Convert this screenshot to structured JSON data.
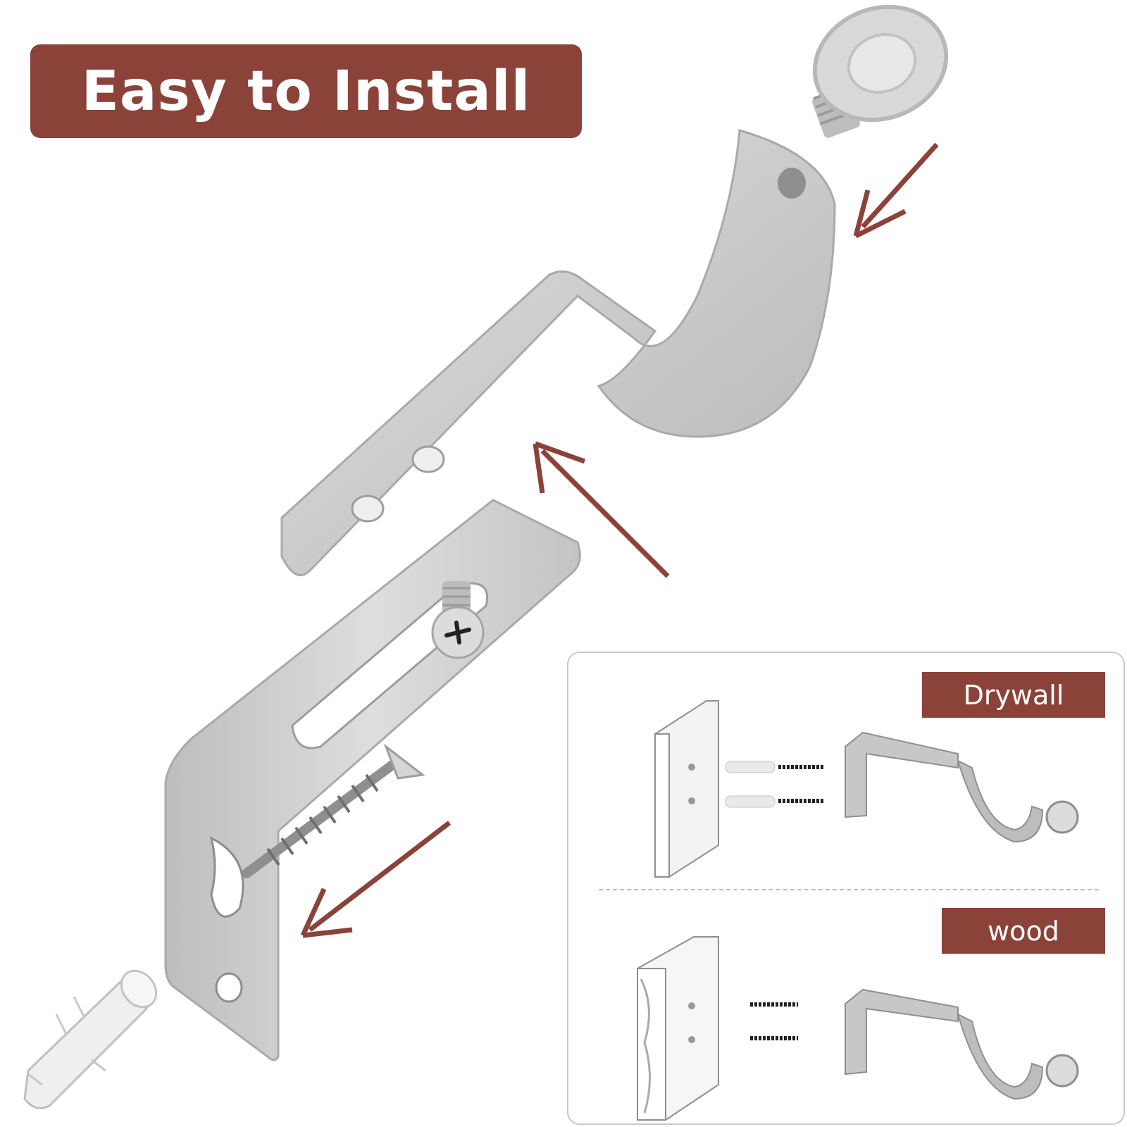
{
  "title": "Easy to Install",
  "colors": {
    "accent": "#8b4238",
    "metal": "#cfcfcf",
    "metal_dark": "#9c9c9c"
  },
  "panel": {
    "drywall_label": "Drywall",
    "wood_label": "wood"
  },
  "icons": [
    "finial-screw-icon",
    "u-bracket-icon",
    "l-bracket-icon",
    "wood-screw-icon",
    "wall-anchor-icon",
    "arrow-icon"
  ]
}
